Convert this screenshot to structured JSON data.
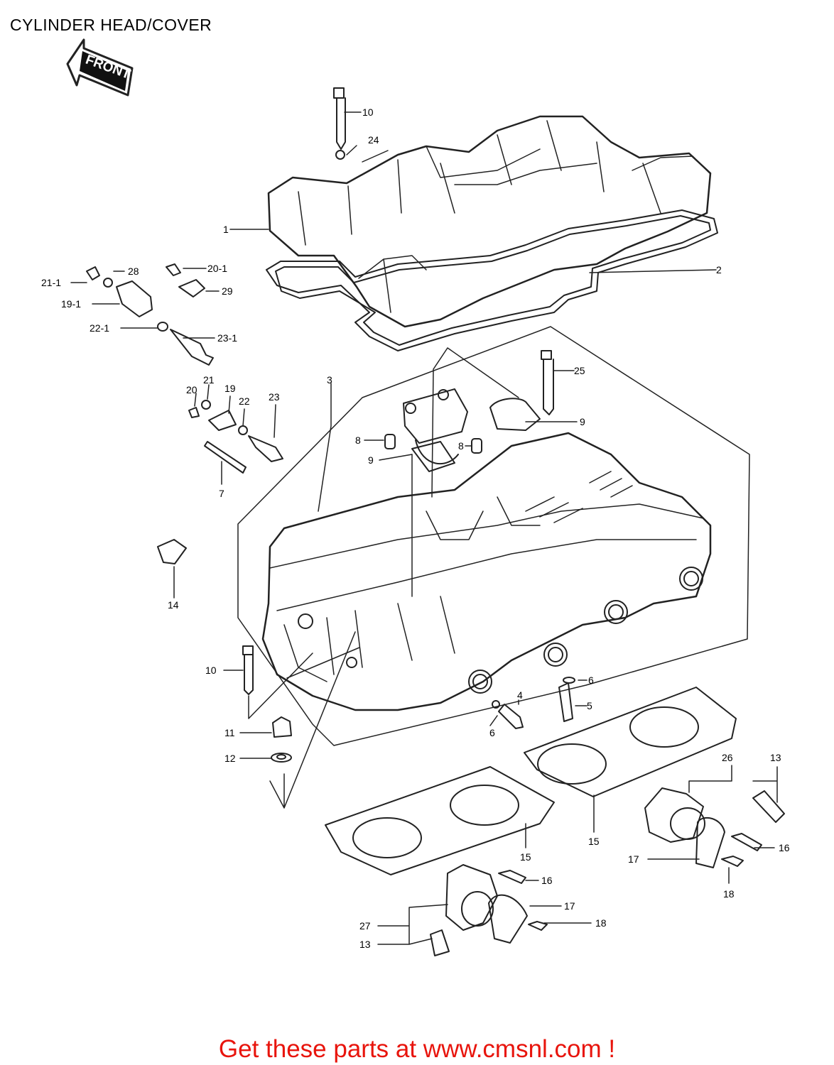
{
  "title": "CYLINDER HEAD/COVER",
  "front_label": "FRONT",
  "footer": "Get these parts at www.cmsnl.com !",
  "colors": {
    "footer": "#e8140c",
    "ink": "#000000",
    "line": "#222222"
  },
  "callouts": {
    "c1": "1",
    "c2": "2",
    "c3": "3",
    "c4": "4",
    "c5": "5",
    "c6a": "6",
    "c6b": "6",
    "c7": "7",
    "c8a": "8",
    "c8b": "8",
    "c9a": "9",
    "c9b": "9",
    "c10a": "10",
    "c10b": "10",
    "c11": "11",
    "c12": "12",
    "c13a": "13",
    "c13b": "13",
    "c14": "14",
    "c15a": "15",
    "c15b": "15",
    "c16a": "16",
    "c16b": "16",
    "c17a": "17",
    "c17b": "17",
    "c18a": "18",
    "c18b": "18",
    "c19": "19",
    "c19_1": "19-1",
    "c20": "20",
    "c20_1": "20-1",
    "c21": "21",
    "c21_1": "21-1",
    "c22": "22",
    "c22_1": "22-1",
    "c23": "23",
    "c23_1": "23-1",
    "c24": "24",
    "c25": "25",
    "c26": "26",
    "c27": "27",
    "c28": "28",
    "c29": "29"
  }
}
